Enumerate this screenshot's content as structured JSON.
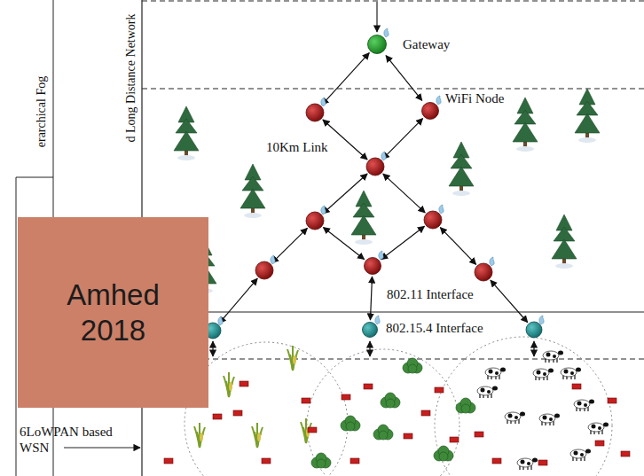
{
  "diagram": {
    "nodes": [
      {
        "text": [
          "Gateway"
        ]
      },
      {
        "text": [
          "WiFi Node"
        ]
      },
      {
        "text": [
          "802.11 Interface"
        ]
      },
      {
        "text": [
          "802.15.4 Interface"
        ]
      },
      {
        "text": [
          "Amhed 2018"
        ]
      }
    ],
    "edges": [
      {
        "from": 0,
        "to": 1,
        "arrow": "both"
      },
      {
        "from": 2,
        "to": 3,
        "arrow": "both"
      }
    ],
    "labels": [
      "erarchical Fog",
      "d Long Distance Network",
      "10Km Link",
      "6LoWPAN based WSN"
    ]
  }
}
